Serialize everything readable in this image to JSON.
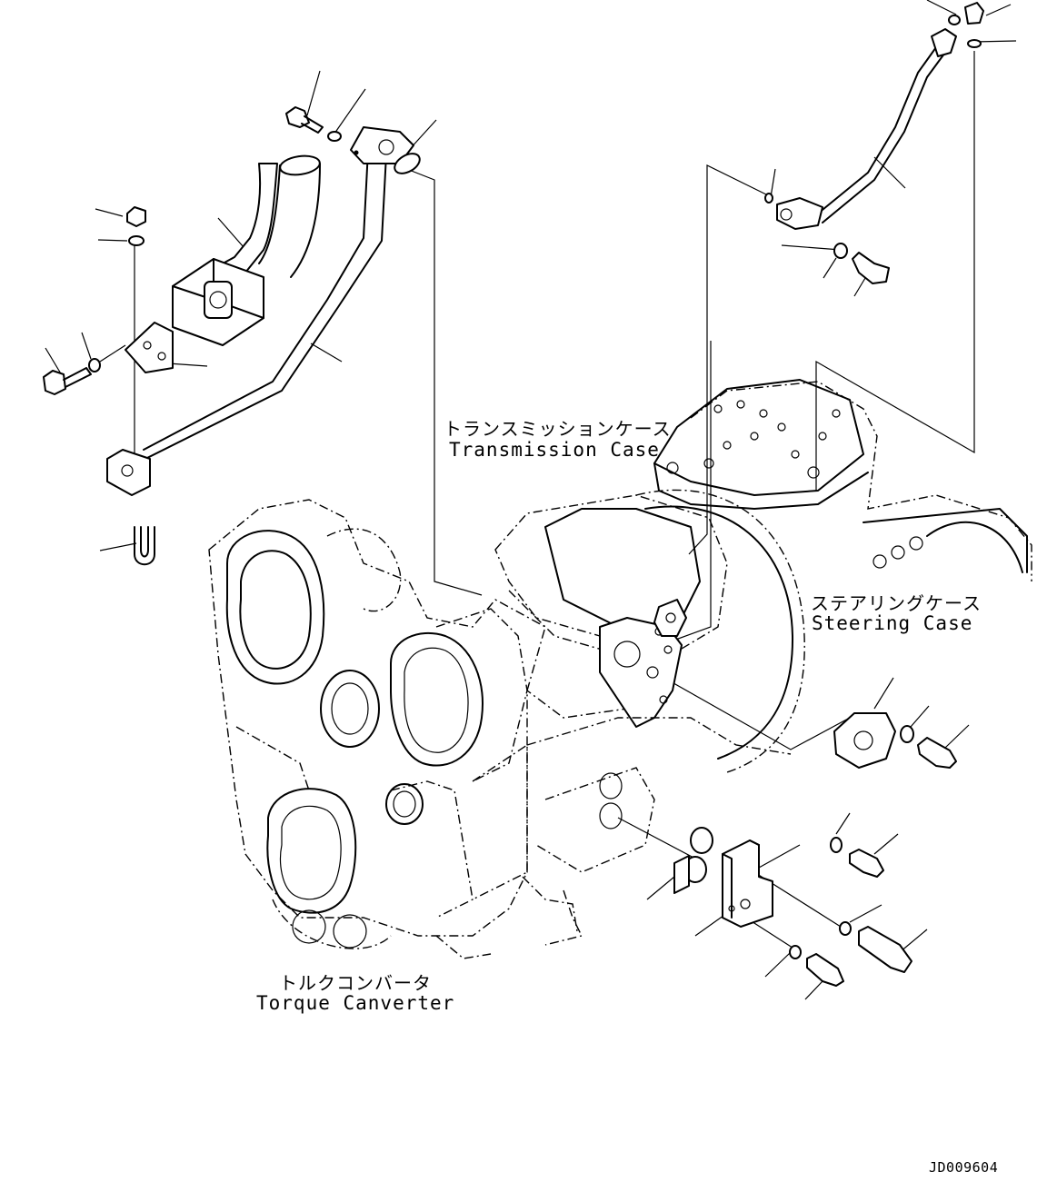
{
  "labels": {
    "transmission_jp": "トランスミッションケース",
    "transmission_en": "Transmission Case",
    "steering_jp": "ステアリングケース",
    "steering_en": "Steering Case",
    "torque_jp": "トルクコンバータ",
    "torque_en": "Torque Canverter"
  },
  "drawing_code": "JD009604"
}
